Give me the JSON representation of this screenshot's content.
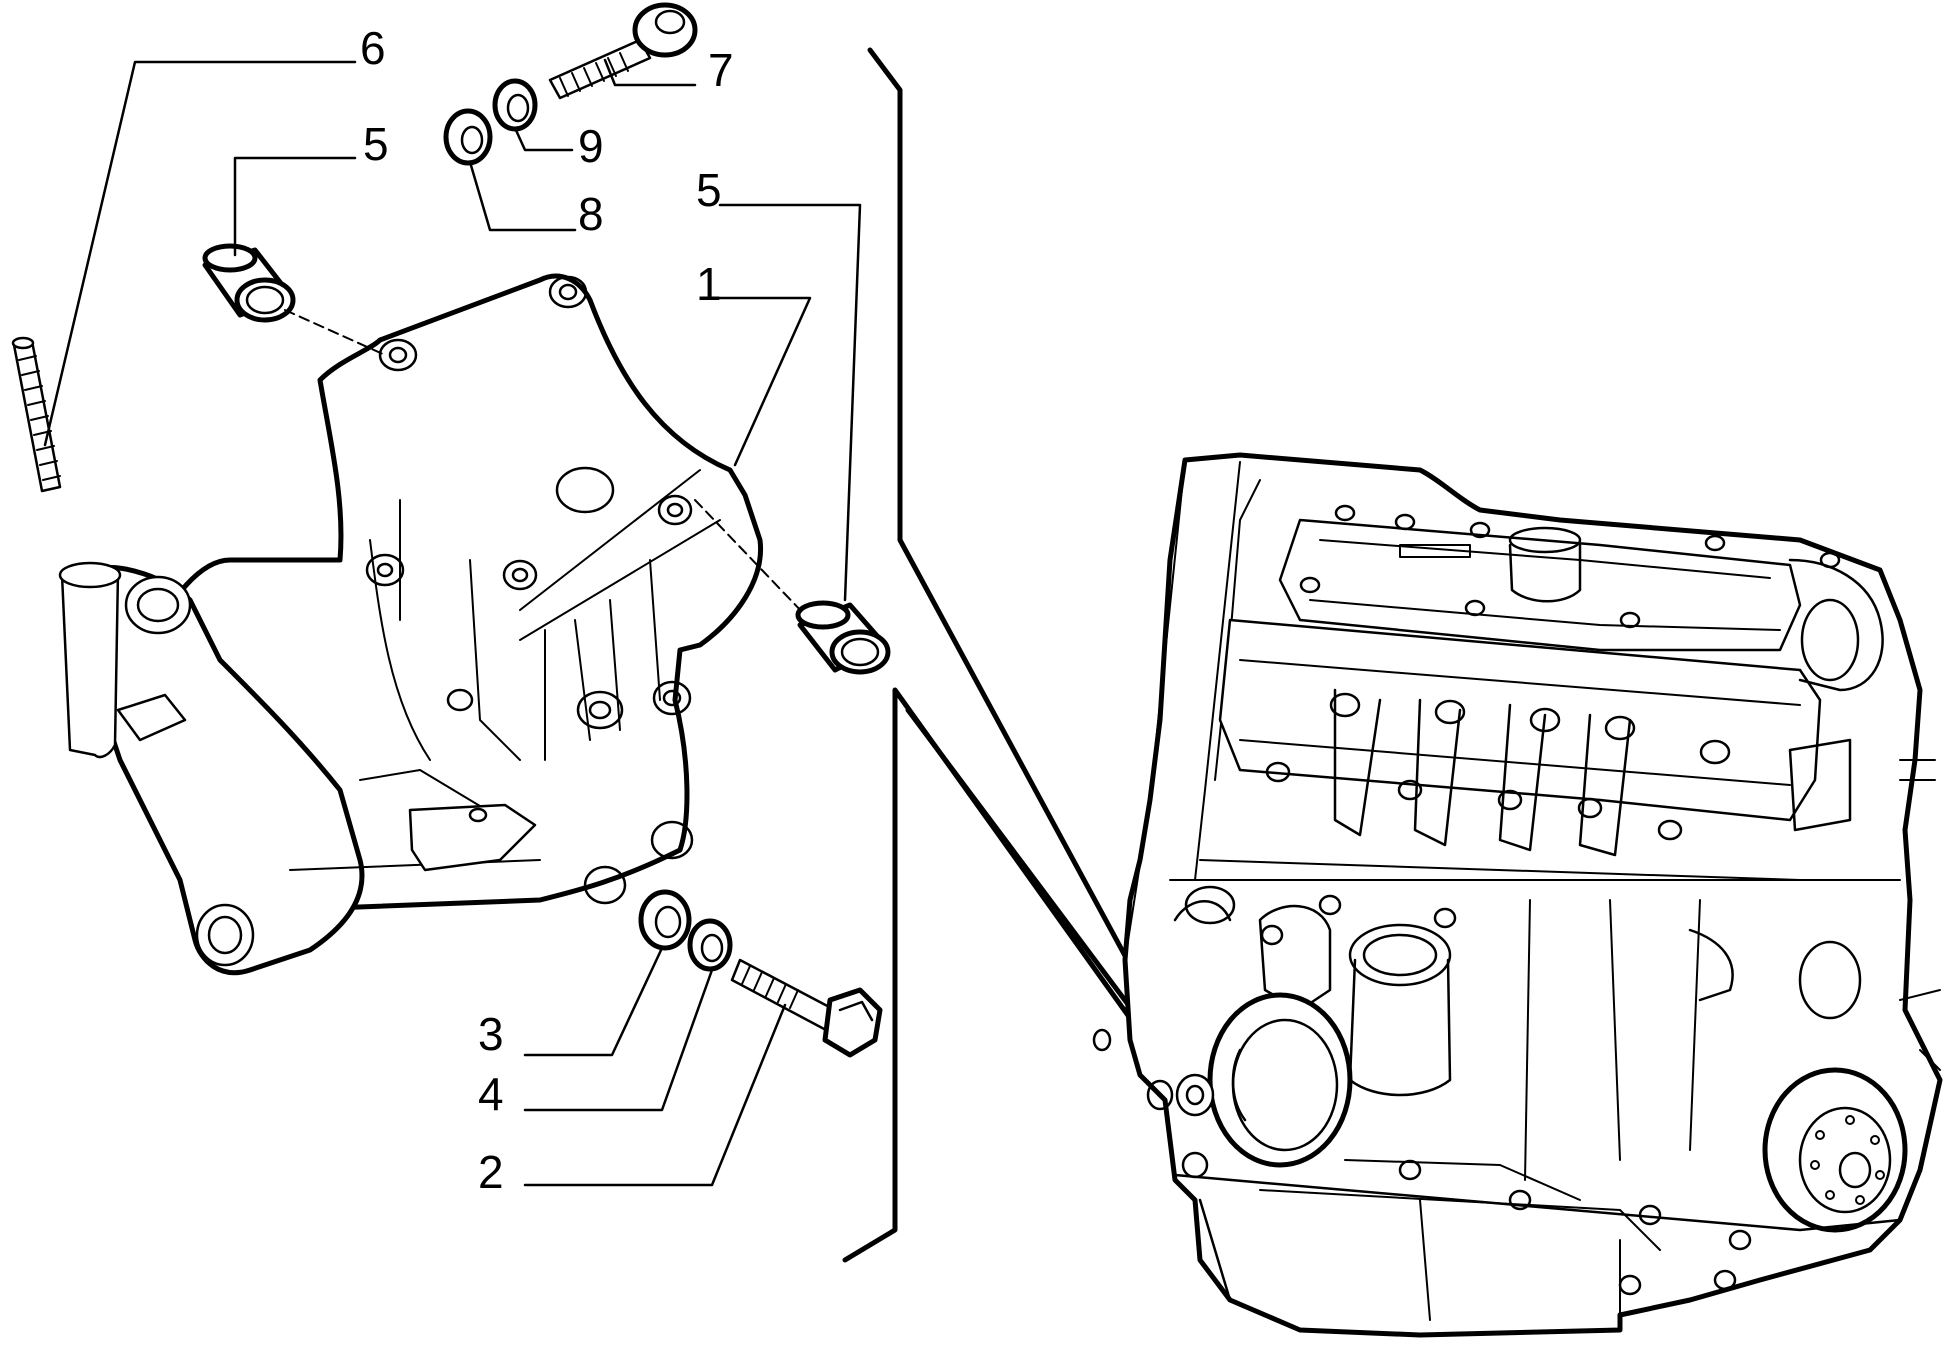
{
  "callouts": [
    {
      "id": "c6a",
      "text": "6"
    },
    {
      "id": "c5a",
      "text": "5"
    },
    {
      "id": "c7",
      "text": "7"
    },
    {
      "id": "c9",
      "text": "9"
    },
    {
      "id": "c8",
      "text": "8"
    },
    {
      "id": "c5b",
      "text": "5"
    },
    {
      "id": "c1",
      "text": "1"
    },
    {
      "id": "c3",
      "text": "3"
    },
    {
      "id": "c4",
      "text": "4"
    },
    {
      "id": "c2",
      "text": "2"
    }
  ],
  "colors": {
    "line": "#000000",
    "background": "#ffffff"
  }
}
